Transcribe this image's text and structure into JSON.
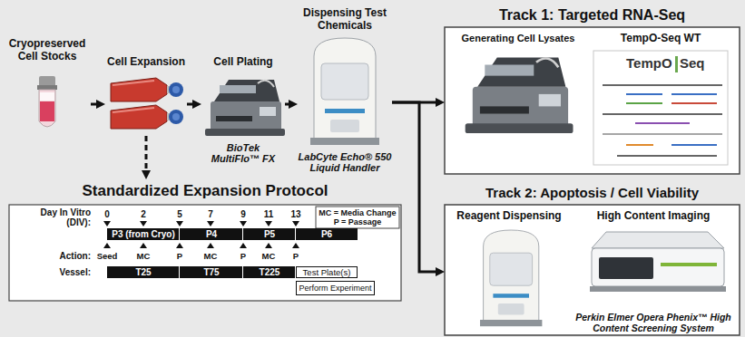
{
  "diagram": {
    "nodes": [
      {
        "text": [
          "Cryopreserved Cell Stocks"
        ]
      },
      {
        "text": [
          "Cell Expansion"
        ]
      },
      {
        "text": [
          "Cell Plating",
          "BioTek MultiFlo™ FX"
        ]
      },
      {
        "text": [
          "Dispensing Test Chemicals",
          "LabCyte Echo® 550 Liquid Handler"
        ]
      },
      {
        "text": [
          "Track 1: Targeted RNA-Seq"
        ]
      },
      {
        "text": [
          "Generating Cell Lysates"
        ],
        "in": 4
      },
      {
        "text": [
          "TempO-Seq WT"
        ],
        "in": 4
      },
      {
        "text": [
          "Track 2: Apoptosis / Cell Viability"
        ]
      },
      {
        "text": [
          "Reagent Dispensing"
        ],
        "in": 7
      },
      {
        "text": [
          "High Content Imaging",
          "Perkin Elmer Opera Phenix™ High Content Screening System"
        ],
        "in": 7
      },
      {
        "text": [
          "Standardized Expansion Protocol"
        ]
      }
    ],
    "edges": [
      {
        "from": 0,
        "to": 1,
        "arrow": "to"
      },
      {
        "from": 1,
        "to": 2,
        "arrow": "to"
      },
      {
        "from": 2,
        "to": 3,
        "arrow": "to"
      },
      {
        "from": 3,
        "to": 4,
        "arrow": "to"
      },
      {
        "from": 3,
        "to": 7,
        "arrow": "to"
      },
      {
        "from": 1,
        "to": 10,
        "arrow": "to"
      }
    ],
    "labels": [
      "MC = Media Change",
      "P = Passage",
      "Day In Vitro (DIV):",
      "0",
      "2",
      "5",
      "7",
      "9",
      "11",
      "13",
      "P3 (from Cryo)",
      "P4",
      "P5",
      "P6",
      "Action:",
      "Seed",
      "MC",
      "P",
      "MC",
      "P",
      "MC",
      "P",
      "Vessel:",
      "T25",
      "T75",
      "T225",
      "Test Plate(s)",
      "Perform Experiment",
      "TempO",
      "Seq"
    ]
  }
}
